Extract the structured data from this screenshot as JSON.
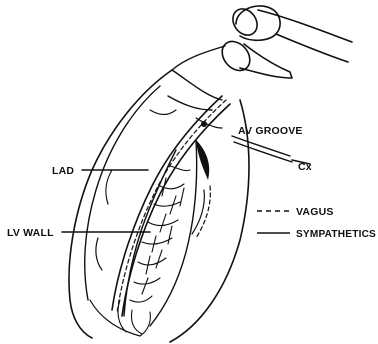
{
  "figure": {
    "labels": {
      "av_groove": "AV GROOVE",
      "cx": "Cx",
      "lad": "LAD",
      "lv_wall": "LV WALL"
    },
    "legend": {
      "vagus": "VAGUS",
      "sympathetics": "SYMPATHETICS"
    }
  }
}
